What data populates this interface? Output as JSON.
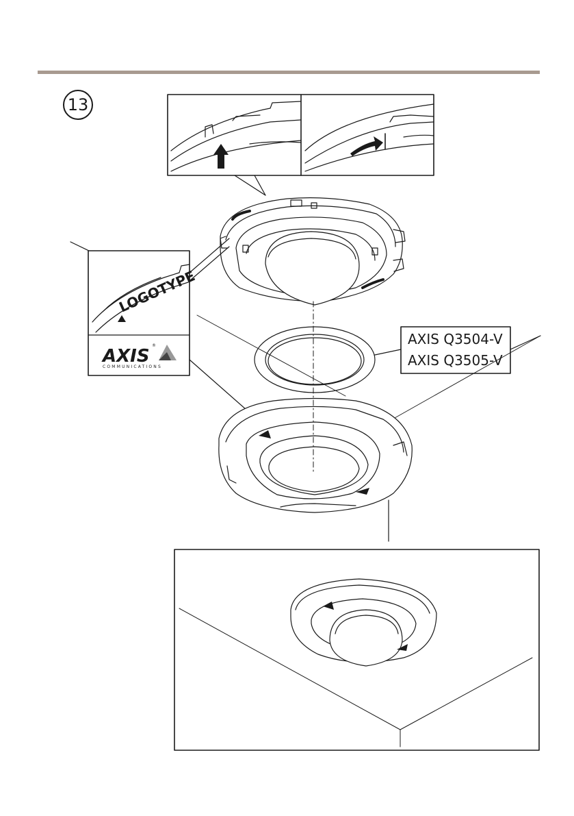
{
  "step": {
    "number": "13"
  },
  "colors": {
    "rule": "#a89a90",
    "ink": "#1a1a1a"
  },
  "callout": {
    "models": [
      "AXIS Q3504-V",
      "AXIS Q3505-V"
    ]
  },
  "logo": {
    "word": "AXIS",
    "sub": "COMMUNICATIONS",
    "registered": "®"
  },
  "label": {
    "logotype": "LOGOTYPE"
  }
}
